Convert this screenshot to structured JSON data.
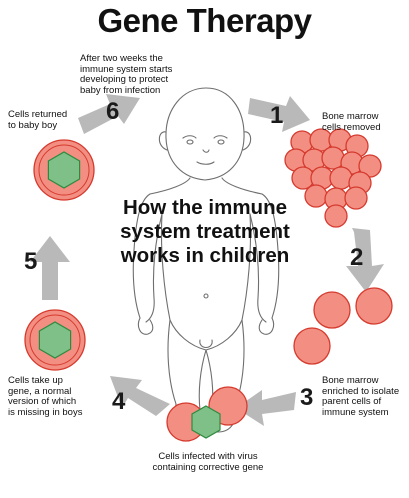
{
  "title": "Gene Therapy",
  "center_text": "How the immune\nsystem treatment\nworks in children",
  "steps": [
    {
      "number": "1",
      "label": "Bone marrow\ncells removed"
    },
    {
      "number": "2",
      "label": "Bone marrow\nenriched to isolate\nparent cells of\nimmune system"
    },
    {
      "number": "3",
      "label": "Cells infected with virus\ncontaining corrective gene"
    },
    {
      "number": "4",
      "label": "Cells take up\ngene, a normal\nversion of which\nis missing in boys"
    },
    {
      "number": "5",
      "label": "Cells returned\nto baby boy"
    },
    {
      "number": "6",
      "label": "After two weeks the\nimmune system starts\ndeveloping to protect\nbaby from infection"
    }
  ],
  "colors": {
    "cell_fill": "#f28f82",
    "cell_outline": "#d63a2e",
    "hexagon_fill": "#7fc089",
    "hexagon_outline": "#2f8a3f",
    "arrow": "#b9b9b9",
    "baby_outline": "#6e6e6e"
  },
  "icons": [
    "baby-figure",
    "cell-cluster",
    "cell-group",
    "virus-hexagon",
    "cell-with-gene",
    "arrow"
  ]
}
